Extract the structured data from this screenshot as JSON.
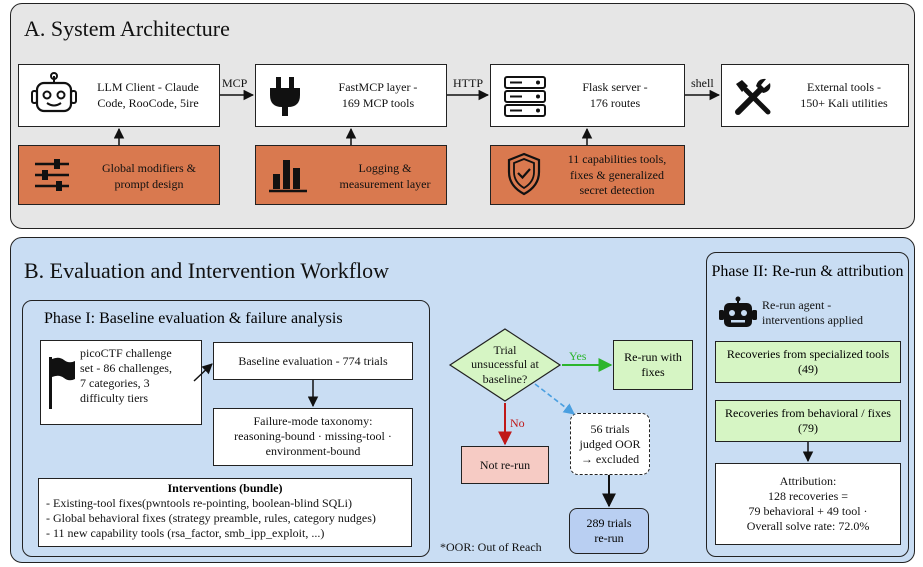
{
  "panel_a": {
    "title": "A. System Architecture",
    "llm_client": {
      "line1": "LLM Client - Claude",
      "line2": "Code, RooCode, 5ire"
    },
    "fastmcp": {
      "line1": "FastMCP layer -",
      "line2": "169 MCP tools"
    },
    "flask": {
      "line1": "Flask server -",
      "line2": "176 routes"
    },
    "external": {
      "line1": "External tools -",
      "line2": "150+ Kali utilities"
    },
    "arrow_mcp": "MCP",
    "arrow_http": "HTTP",
    "arrow_shell": "shell",
    "global_modifiers": {
      "line1": "Global modifiers &",
      "line2": "prompt design"
    },
    "logging": {
      "line1": "Logging &",
      "line2": "measurement layer"
    },
    "capabilities": {
      "line1": "11 capabilities tools,",
      "line2": "fixes & generalized",
      "line3": "secret detection"
    }
  },
  "panel_b": {
    "title": "B. Evaluation and Intervention Workflow",
    "phase1": {
      "title": "Phase I: Baseline evaluation & failure analysis",
      "picoctf": {
        "line1": "picoCTF challenge",
        "line2": "set - 86 challenges,",
        "line3": "7 categories, 3",
        "line4": "difficulty tiers"
      },
      "baseline": "Baseline evaluation - 774 trials",
      "taxonomy": {
        "line1": "Failure-mode taxonomy:",
        "line2": "reasoning-bound · missing-tool ·",
        "line3": "environment-bound"
      },
      "interventions": {
        "title": "Interventions (bundle)",
        "items": [
          "- Existing-tool fixes(pwntools re-pointing, boolean-blind SQLi)",
          "- Global behavioral fixes (strategy preamble, rules, category nudges)",
          "- 11 new capability tools (rsa_factor, smb_ipp_exploit, ...)"
        ]
      }
    },
    "decision": {
      "line1": "Trial",
      "line2": "unsucessful at",
      "line3": "baseline?"
    },
    "yes": "Yes",
    "no": "No",
    "rerun_fixes": {
      "line1": "Re-run with",
      "line2": "fixes"
    },
    "not_rerun": "Not re-run",
    "oor_box": {
      "line1": "56 trials",
      "line2": "judged OOR",
      "line3": "→ excluded"
    },
    "trials_rerun": {
      "line1": "289 trials",
      "line2": "re-run"
    },
    "oor_note": "*OOR: Out of Reach",
    "phase2": {
      "title": "Phase II: Re-run & attribution",
      "agent": {
        "line1": "Re-run agent -",
        "line2": "interventions applied"
      },
      "specialized": {
        "line1": "Recoveries from specialized tools",
        "line2": "(49)"
      },
      "behavioral": {
        "line1": "Recoveries from behavioral / fixes",
        "line2": "(79)"
      },
      "attribution": {
        "line1": "Attribution:",
        "line2": "128 recoveries =",
        "line3": "79 behavioral + 49 tool ·",
        "line4": "Overall solve rate: 72.0%"
      }
    }
  },
  "colors": {
    "panel_a_bg": "#e6e6e6",
    "panel_b_bg": "#c9ddf3",
    "orange": "#d9794f",
    "green_box": "#d6f5c4",
    "red_box": "#f6cbc4",
    "blue_box": "#b9cff2",
    "yes_arrow": "#2db52d",
    "no_arrow": "#c01818",
    "dashed_arrow": "#4a9fe0"
  }
}
